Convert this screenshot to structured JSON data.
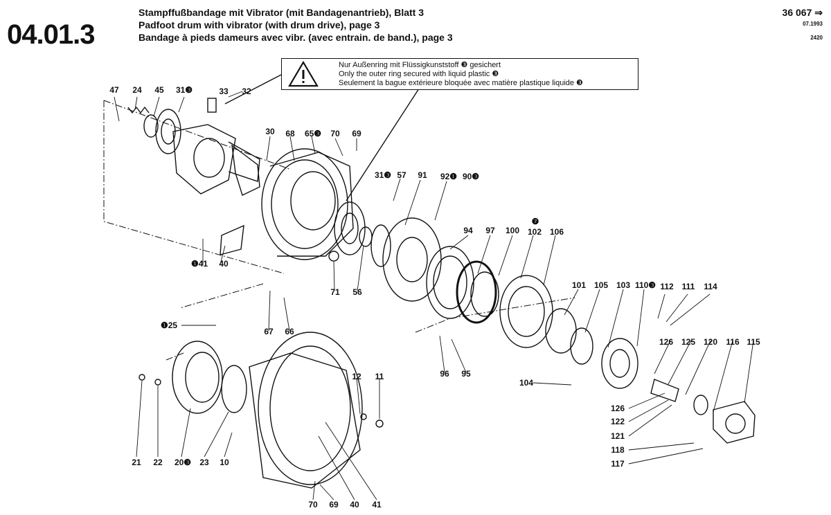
{
  "header": {
    "section_no": "04.01.3",
    "title_de": "Stampffußbandage mit Vibrator (mit Bandagenantrieb), Blatt 3",
    "title_en": "Padfoot drum with vibrator (with drum drive), page 3",
    "title_fr": "Bandage à pieds dameurs avec vibr. (avec entrain. de band.), page 3",
    "doc_no": "36 067 ⇒",
    "date": "07.1993",
    "code": "2420"
  },
  "warning": {
    "icon": "warning-triangle-icon",
    "de": "Nur Außenring mit Flüssigkunststoff ❸ gesichert",
    "en": "Only the outer ring secured with liquid plastic ❸",
    "fr": "Seulement la bague extérieure bloquée avec matière plastique liquide ❸"
  },
  "part_labels": [
    {
      "id": "p47",
      "text": "47"
    },
    {
      "id": "p24",
      "text": "24"
    },
    {
      "id": "p45",
      "text": "45"
    },
    {
      "id": "p31a",
      "text": "31❸"
    },
    {
      "id": "p33",
      "text": "33"
    },
    {
      "id": "p32",
      "text": "32"
    },
    {
      "id": "p30",
      "text": "30"
    },
    {
      "id": "p68",
      "text": "68"
    },
    {
      "id": "p65",
      "text": "65❸"
    },
    {
      "id": "p70a",
      "text": "70"
    },
    {
      "id": "p69a",
      "text": "69"
    },
    {
      "id": "p31b",
      "text": "31❸"
    },
    {
      "id": "p57",
      "text": "57"
    },
    {
      "id": "p91",
      "text": "91"
    },
    {
      "id": "p92",
      "text": "92❶"
    },
    {
      "id": "p90",
      "text": "90❸"
    },
    {
      "id": "p7",
      "text": "❼"
    },
    {
      "id": "p94",
      "text": "94"
    },
    {
      "id": "p97",
      "text": "97"
    },
    {
      "id": "p100",
      "text": "100"
    },
    {
      "id": "p102",
      "text": "102"
    },
    {
      "id": "p106",
      "text": "106"
    },
    {
      "id": "p41a",
      "text": "❶41"
    },
    {
      "id": "p40a",
      "text": "40"
    },
    {
      "id": "p71",
      "text": "71"
    },
    {
      "id": "p56",
      "text": "56"
    },
    {
      "id": "p101",
      "text": "101"
    },
    {
      "id": "p105",
      "text": "105"
    },
    {
      "id": "p103",
      "text": "103"
    },
    {
      "id": "p110",
      "text": "110❸"
    },
    {
      "id": "p112",
      "text": "112"
    },
    {
      "id": "p111",
      "text": "111"
    },
    {
      "id": "p114",
      "text": "114"
    },
    {
      "id": "p67",
      "text": "67"
    },
    {
      "id": "p66",
      "text": "66"
    },
    {
      "id": "p25",
      "text": "❶25"
    },
    {
      "id": "p96",
      "text": "96"
    },
    {
      "id": "p95",
      "text": "95"
    },
    {
      "id": "p126a",
      "text": "126"
    },
    {
      "id": "p125",
      "text": "125"
    },
    {
      "id": "p120",
      "text": "120"
    },
    {
      "id": "p116",
      "text": "116"
    },
    {
      "id": "p115",
      "text": "115"
    },
    {
      "id": "p12",
      "text": "12"
    },
    {
      "id": "p11",
      "text": "11"
    },
    {
      "id": "p104",
      "text": "104"
    },
    {
      "id": "p126b",
      "text": "126"
    },
    {
      "id": "p122",
      "text": "122"
    },
    {
      "id": "p121",
      "text": "121"
    },
    {
      "id": "p118",
      "text": "118"
    },
    {
      "id": "p117",
      "text": "117"
    },
    {
      "id": "p21",
      "text": "21"
    },
    {
      "id": "p22",
      "text": "22"
    },
    {
      "id": "p20",
      "text": "20❸"
    },
    {
      "id": "p23",
      "text": "23"
    },
    {
      "id": "p10",
      "text": "10"
    },
    {
      "id": "p70b",
      "text": "70"
    },
    {
      "id": "p69b",
      "text": "69"
    },
    {
      "id": "p40b",
      "text": "40"
    },
    {
      "id": "p41b",
      "text": "41"
    }
  ]
}
